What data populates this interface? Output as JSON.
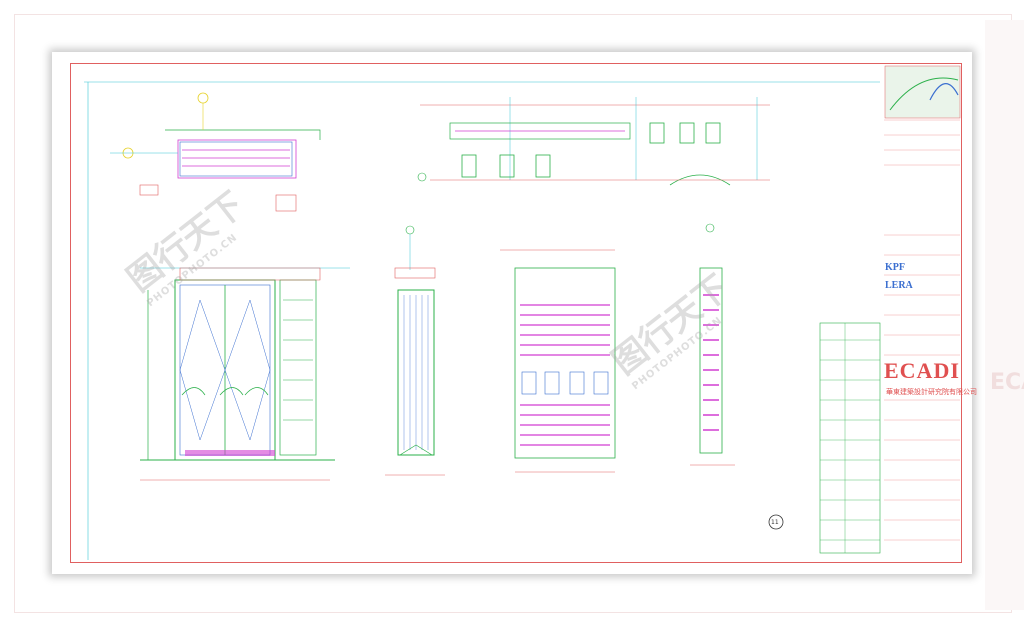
{
  "titleblock": {
    "firm_name": "ECADI",
    "firm_subtitle": "華東建築設計研究院有限公司",
    "logos": [
      "KPF",
      "LERA"
    ]
  },
  "watermark": {
    "text": "图行天下",
    "subtext": "PHOTOPHOTO.CN"
  },
  "drawing": {
    "sheet_marker": "11"
  },
  "colors": {
    "frame": "#e06060",
    "line_cyan": "#39c6d6",
    "line_magenta": "#d23fd2",
    "line_green": "#2bb04a",
    "line_blue": "#3b6fd0",
    "line_yellow": "#e6d22a"
  }
}
